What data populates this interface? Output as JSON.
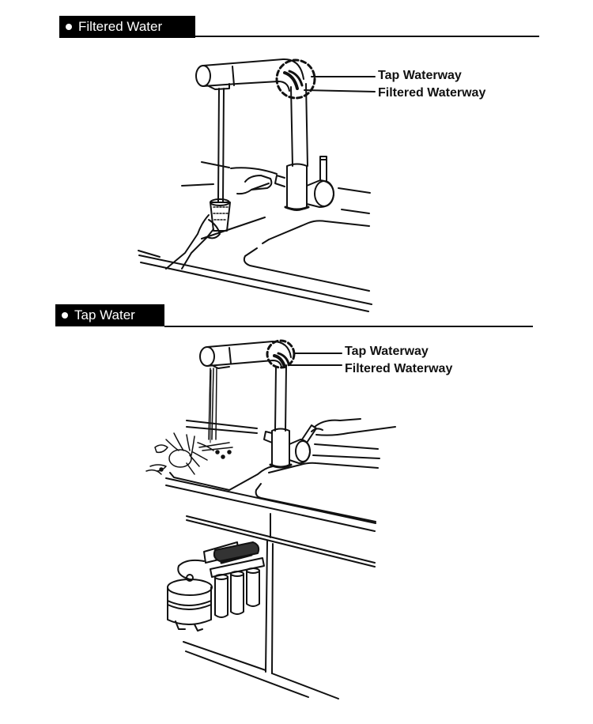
{
  "sections": [
    {
      "title": "Filtered Water",
      "callouts": {
        "tap_waterway": "Tap Waterway",
        "filtered_waterway": "Filtered Waterway"
      }
    },
    {
      "title": "Tap Water",
      "callouts": {
        "tap_waterway": "Tap Waterway",
        "filtered_waterway": "Filtered Waterway"
      }
    }
  ],
  "colors": {
    "ink": "#111111",
    "header_bg": "#000000",
    "header_text": "#ffffff",
    "background": "#ffffff"
  }
}
